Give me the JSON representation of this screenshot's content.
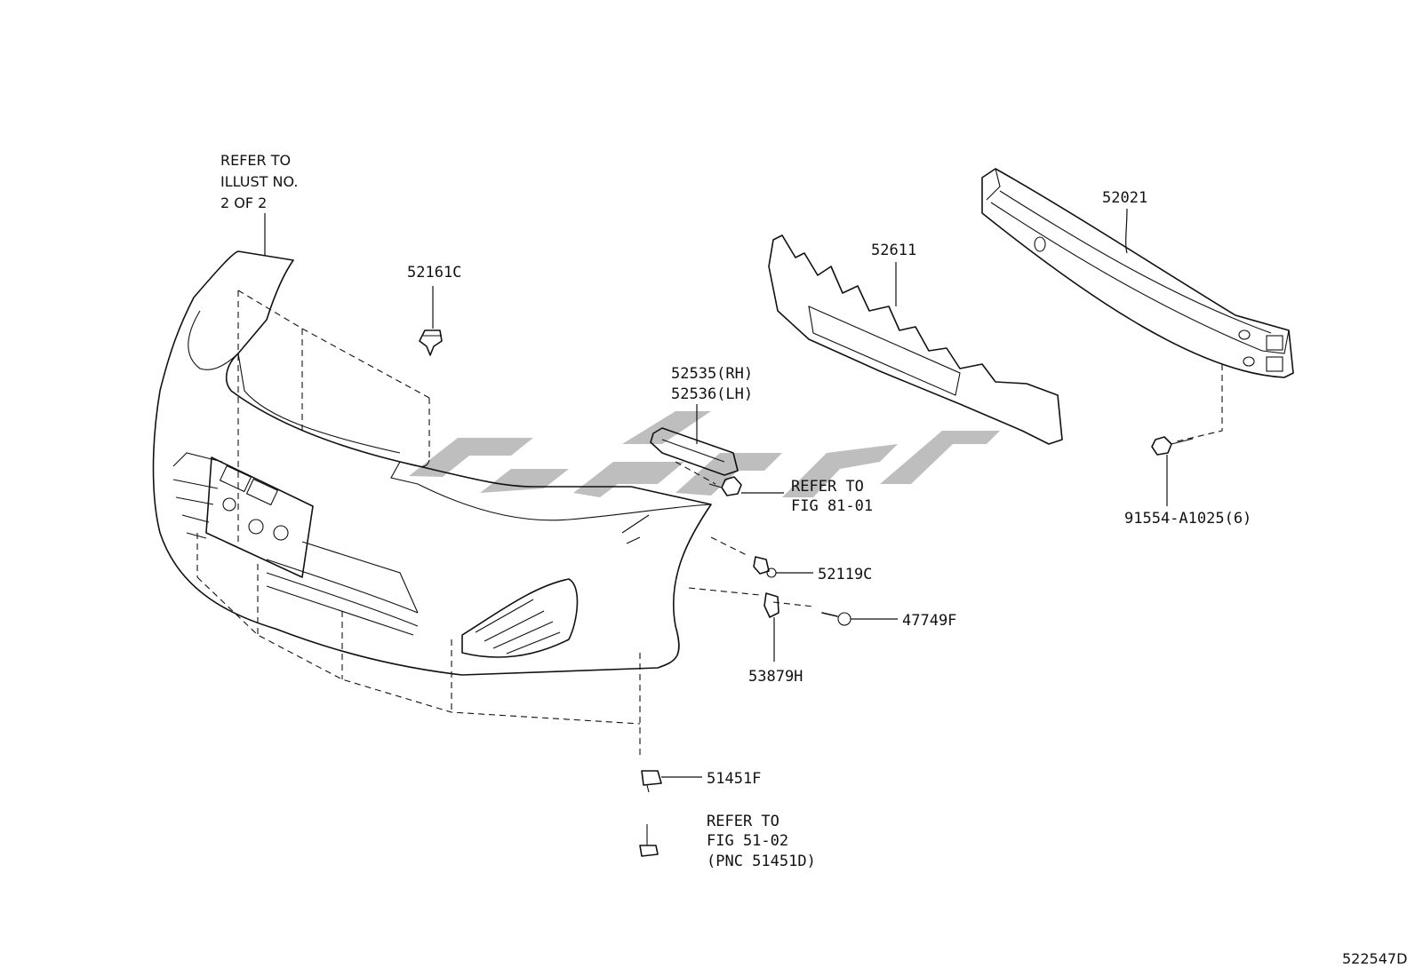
{
  "diagram_id": "522547D",
  "colors": {
    "line": "#111111",
    "watermark": "#b3b3b3",
    "background": "#ffffff"
  },
  "labels": {
    "refer_illust": [
      "REFER TO",
      "ILLUST NO.",
      "2 OF 2"
    ],
    "p52161C": "52161C",
    "p52611": "52611",
    "p52021": "52021",
    "p52535": "52535(RH)",
    "p52536": "52536(LH)",
    "refer_fig81": [
      "REFER TO",
      "FIG 81-01"
    ],
    "p91554": "91554-A1025(6)",
    "p52119C": "52119C",
    "p47749F": "47749F",
    "p53879H": "53879H",
    "p51451F": "51451F",
    "refer_fig51": [
      "REFER TO",
      "FIG 51-02",
      "(PNC 51451D)"
    ]
  }
}
